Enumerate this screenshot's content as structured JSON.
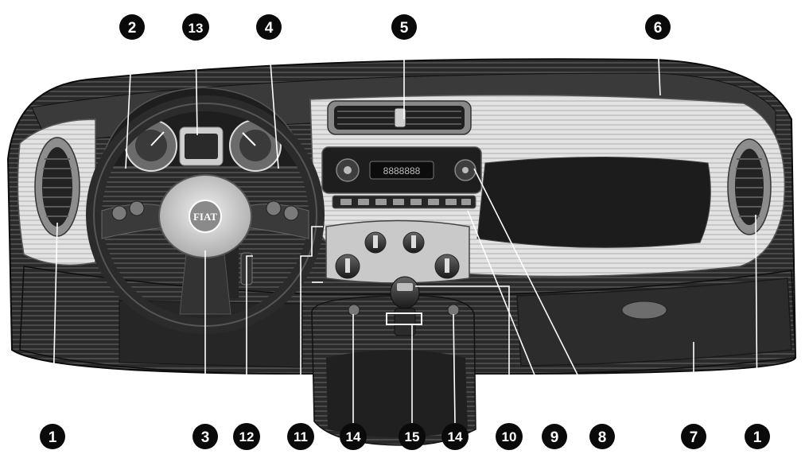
{
  "colors": {
    "background": "#ffffff",
    "ink": "#111111",
    "dash_dark": "#1b1b1b",
    "panel_light": "#d9d9d9",
    "panel_mid": "#a9a9a9",
    "badge": "#0a0a0a",
    "badge_text": "#ffffff"
  },
  "logo": {
    "text": "FIAT"
  },
  "radio": {
    "display_text": "8888888"
  },
  "callouts": [
    {
      "id": "c1-left",
      "label": "1"
    },
    {
      "id": "c2",
      "label": "2"
    },
    {
      "id": "c13",
      "label": "13"
    },
    {
      "id": "c4",
      "label": "4"
    },
    {
      "id": "c5",
      "label": "5"
    },
    {
      "id": "c6",
      "label": "6"
    },
    {
      "id": "c3",
      "label": "3"
    },
    {
      "id": "c12",
      "label": "12"
    },
    {
      "id": "c11",
      "label": "11"
    },
    {
      "id": "c14-left",
      "label": "14"
    },
    {
      "id": "c15",
      "label": "15"
    },
    {
      "id": "c14-right",
      "label": "14"
    },
    {
      "id": "c10",
      "label": "10"
    },
    {
      "id": "c9",
      "label": "9"
    },
    {
      "id": "c8",
      "label": "8"
    },
    {
      "id": "c7",
      "label": "7"
    },
    {
      "id": "c1-right",
      "label": "1"
    }
  ]
}
